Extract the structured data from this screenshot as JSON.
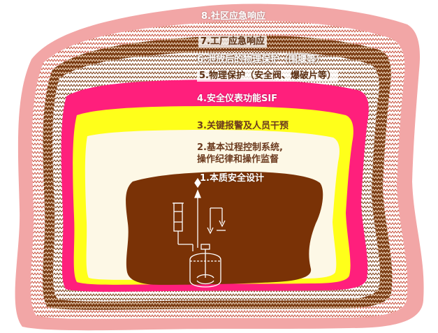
{
  "diagram": {
    "layers": [
      {
        "id": 8,
        "label": "8.社区应急响应",
        "fill": "#f2a6a6",
        "pattern": "none"
      },
      {
        "id": 7,
        "label": "7.工厂应急响应",
        "fill": "#ffffff",
        "pattern": "zigzag-red"
      },
      {
        "id": 6,
        "label": "6.泄放后的物理保护（围堰等）",
        "fill": "#7a3b12",
        "pattern": "zigzag-white"
      },
      {
        "id": 5,
        "label": "5.物理保护（安全阀、爆破片等）",
        "fill": "#ffffff",
        "pattern": "zigzag-brown"
      },
      {
        "id": 4,
        "label": "4.安全仪表功能SIF",
        "fill": "#ff1f7c",
        "pattern": "none"
      },
      {
        "id": 3,
        "label": "3.关键报警及人员干预",
        "fill": "#ffff1a",
        "pattern": "none"
      },
      {
        "id": 2,
        "label_lines": [
          "2.基本过程控制系统,",
          "操作纪律和操作监督"
        ],
        "fill": "#fdf8e6",
        "pattern": "none"
      },
      {
        "id": 1,
        "label": "1.本质安全设计",
        "fill": "#7a3206",
        "pattern": "none"
      }
    ],
    "colors": {
      "text_light": "#ffffff",
      "text_dark": "#6b3a1e",
      "equipment_stroke": "#ffffff"
    }
  }
}
